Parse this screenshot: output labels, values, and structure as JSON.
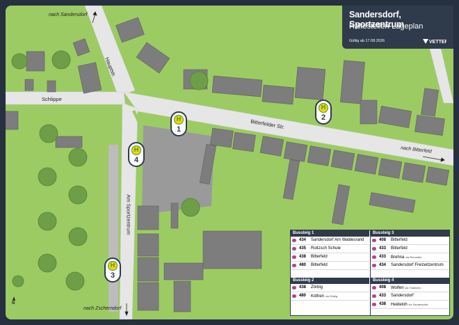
{
  "title": {
    "line1": "Sandersdorf, Sportzentrum",
    "line2": "Haltestellen-Lageplan",
    "valid": "Gültig ab 17.08.2026",
    "logo_text": "VETTER"
  },
  "streets": {
    "hauptstr": "Hauptstr.",
    "schlippe": "Schlippe",
    "bitterfelder": "Bitterfelder Str.",
    "am_sportzentrum": "Am Sportzentrum"
  },
  "directions": {
    "nach_sandersdorf": "nach Sandersdorf",
    "nach_bitterfeld": "nach Bitterfeld",
    "nach_zscherndorf": "nach Zscherndorf"
  },
  "north": "N",
  "stops": [
    {
      "id": "1"
    },
    {
      "id": "2"
    },
    {
      "id": "3"
    },
    {
      "id": "4"
    }
  ],
  "stop_symbol": "H",
  "bays": [
    {
      "label": "Bussteig 1",
      "routes": [
        {
          "num": "434",
          "dest": "Sandersdorf Am Waldesrand",
          "via": ""
        },
        {
          "num": "435",
          "dest": "Roitzsch Schule",
          "via": ""
        },
        {
          "num": "438",
          "dest": "Bitterfeld",
          "via": ""
        },
        {
          "num": "480",
          "dest": "Bitterfeld",
          "via": ""
        }
      ]
    },
    {
      "label": "Bussteig 2",
      "routes": [
        {
          "num": "438",
          "dest": "Zörbig",
          "via": ""
        },
        {
          "num": "480",
          "dest": "Köthen",
          "via": "via Zörbig"
        }
      ]
    },
    {
      "label": "Bussteig 3",
      "routes": [
        {
          "num": "408",
          "dest": "Bitterfeld",
          "via": ""
        },
        {
          "num": "433",
          "dest": "Bitterfeld",
          "via": ""
        },
        {
          "num": "433",
          "dest": "Brehna",
          "via": "via Renneritz"
        },
        {
          "num": "434",
          "dest": "Sandersdorf Freizeitzentrum",
          "via": ""
        }
      ]
    },
    {
      "label": "Bussteig 4",
      "routes": [
        {
          "num": "408",
          "dest": "Wolfen",
          "via": "via Thalheim"
        },
        {
          "num": "433",
          "dest": "Sandersdorf",
          "via": ""
        },
        {
          "num": "438",
          "dest": "Heideloh",
          "via": "via Sandersdorf"
        }
      ]
    }
  ],
  "colors": {
    "grass": "#9ccb63",
    "road": "#e6e6e6",
    "building": "#7d7d7d",
    "frame": "#27303f",
    "route_badge": "#b0458f",
    "stop_yellow": "#f5d40b"
  }
}
